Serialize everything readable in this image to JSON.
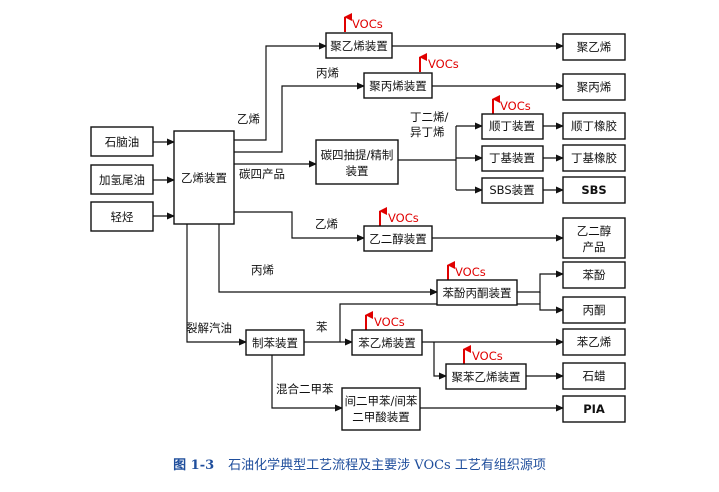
{
  "diagram": {
    "inputs": {
      "naphtha": "石脑油",
      "hydro_tail_oil": "加氢尾油",
      "light_hydrocarbon": "轻烃"
    },
    "ethylene_unit": "乙烯装置",
    "pe_unit": "聚乙烯装置",
    "pe_product": "聚乙烯",
    "pp_unit": "聚丙烯装置",
    "pp_product": "聚丙烯",
    "c4_unit": [
      "碳四抽提/精制",
      "装置"
    ],
    "br_unit": "顺丁装置",
    "br_product": "顺丁橡胶",
    "bu_unit": "丁基装置",
    "bu_product": "丁基橡胶",
    "sbs_unit": "SBS装置",
    "sbs_product": "SBS",
    "eg_unit": "乙二醇装置",
    "eg_product": [
      "乙二醇",
      "产品"
    ],
    "phenol_unit": "苯酚丙酮装置",
    "phenol_product": "苯酚",
    "acetone_product": "丙酮",
    "benzene_unit": "制苯装置",
    "styrene_unit": "苯乙烯装置",
    "styrene_product": "苯乙烯",
    "ps_unit": "聚苯乙烯装置",
    "ps_product": "石蜡",
    "pia_unit": [
      "间二甲苯/间苯",
      "二甲酸装置"
    ],
    "pia_product": "PIA",
    "labels": {
      "ethylene_1": "乙烯",
      "propylene_1": "丙烯",
      "c4_products": "碳四产品",
      "butadiene_butene": [
        "丁二烯/",
        "异丁烯"
      ],
      "ethylene_2": "乙烯",
      "propylene_2": "丙烯",
      "pyrolysis_gasoline": "裂解汽油",
      "benzene": "苯",
      "mixed_xylene": "混合二甲苯"
    },
    "voc_label": "VOCs"
  },
  "caption": {
    "number": "图 1-3",
    "text": "石油化学典型工艺流程及主要涉 VOCs 工艺有组织源项"
  }
}
